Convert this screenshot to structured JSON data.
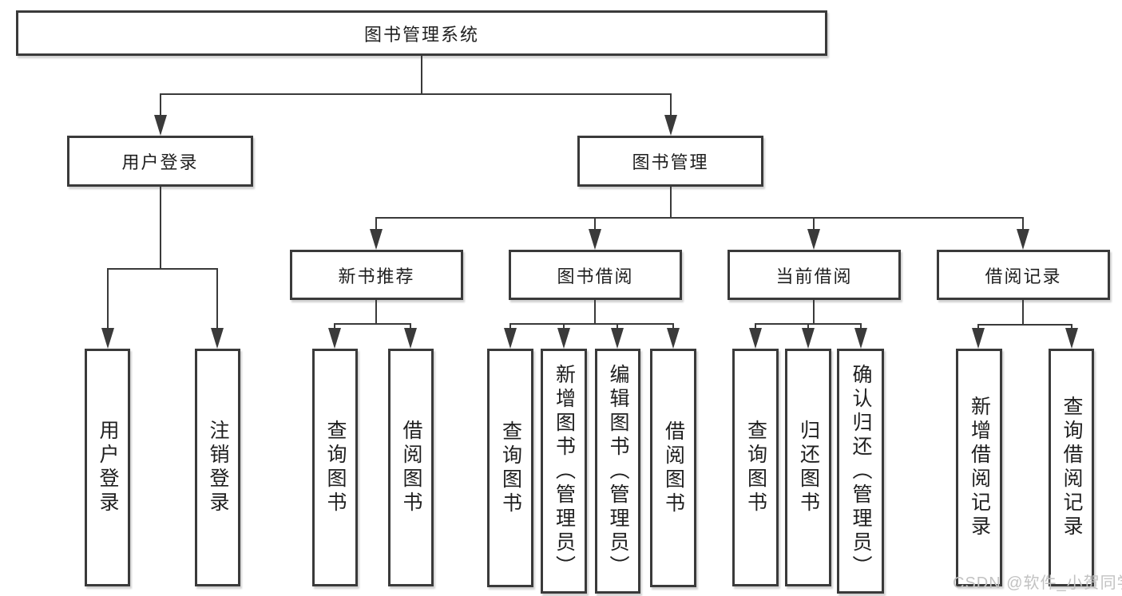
{
  "diagram": {
    "root": {
      "label": "图书管理系统"
    },
    "level2": [
      {
        "label": "用户登录"
      },
      {
        "label": "图书管理"
      }
    ],
    "level3": [
      {
        "label": "新书推荐"
      },
      {
        "label": "图书借阅"
      },
      {
        "label": "当前借阅"
      },
      {
        "label": "借阅记录"
      }
    ],
    "leaves": [
      {
        "label": "用户登录"
      },
      {
        "label": "注销登录"
      },
      {
        "label": "查询图书"
      },
      {
        "label": "借阅图书"
      },
      {
        "label": "查询图书"
      },
      {
        "label": "新增图书（管理员）"
      },
      {
        "label": "编辑图书（管理员）"
      },
      {
        "label": "借阅图书"
      },
      {
        "label": "查询图书"
      },
      {
        "label": "归还图书"
      },
      {
        "label": "确认归还（管理员）"
      },
      {
        "label": "新增借阅记录"
      },
      {
        "label": "查询借阅记录"
      }
    ],
    "watermark": "CSDN @软件_小贺同学",
    "colors": {
      "line": "#3a3a3a",
      "box_border": "#3a3a3a",
      "text": "#1f1f1f",
      "watermark": "#c2c2c2",
      "background": "#ffffff"
    }
  }
}
